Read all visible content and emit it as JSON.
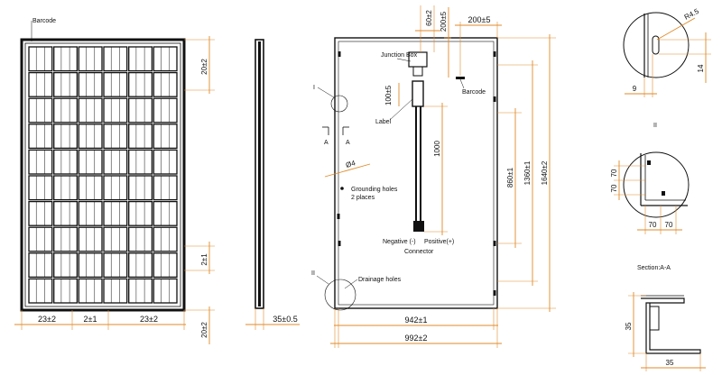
{
  "colors": {
    "dimension": "#e08a2a",
    "outline": "#111111",
    "background": "#ffffff"
  },
  "front_view": {
    "barcode_label": "Barcode",
    "dim_top_right": "20±2",
    "dim_mid_right": "2±1",
    "dim_bottom_right": "20±2",
    "dim_bottom_left": "23±2",
    "dim_bottom_mid": "2±1",
    "dim_bottom_right_gap": "23±2",
    "grid": {
      "columns": 6,
      "rows": 10
    }
  },
  "side_view": {
    "dim_depth": "35±0.5"
  },
  "rear_view": {
    "dim_60": "60±2",
    "dim_200_v": "200±5",
    "dim_200_h": "200±5",
    "junction_box_label": "Junction Box",
    "barcode_label": "Barcode",
    "dim_100": "100±5",
    "label_label": "Label",
    "dim_1000": "1000",
    "dim_860": "860±1",
    "dim_1360": "1360±1",
    "dim_1640": "1640±2",
    "detail_i_marker": "I",
    "section_a_left": "A",
    "section_a_right": "A",
    "dim_hole": "Ø4",
    "grounding_label_1": "Grounding holes",
    "grounding_label_2": "2 places",
    "negative_label": "Negative (-)",
    "positive_label": "Positive(+)",
    "connector_label": "Connector",
    "detail_ii_marker": "II",
    "drainage_label": "Drainage holes",
    "dim_942": "942±1",
    "dim_992": "992±2"
  },
  "detail_i": {
    "dim_r": "R4.5",
    "dim_14": "14",
    "dim_9": "9"
  },
  "detail_ii": {
    "title": "II",
    "dim_70_a": "70",
    "dim_70_b": "70",
    "dim_70_c": "70",
    "dim_70_d": "70"
  },
  "section_aa": {
    "title": "Section:A-A",
    "dim_35_v": "35",
    "dim_35_h": "35"
  }
}
